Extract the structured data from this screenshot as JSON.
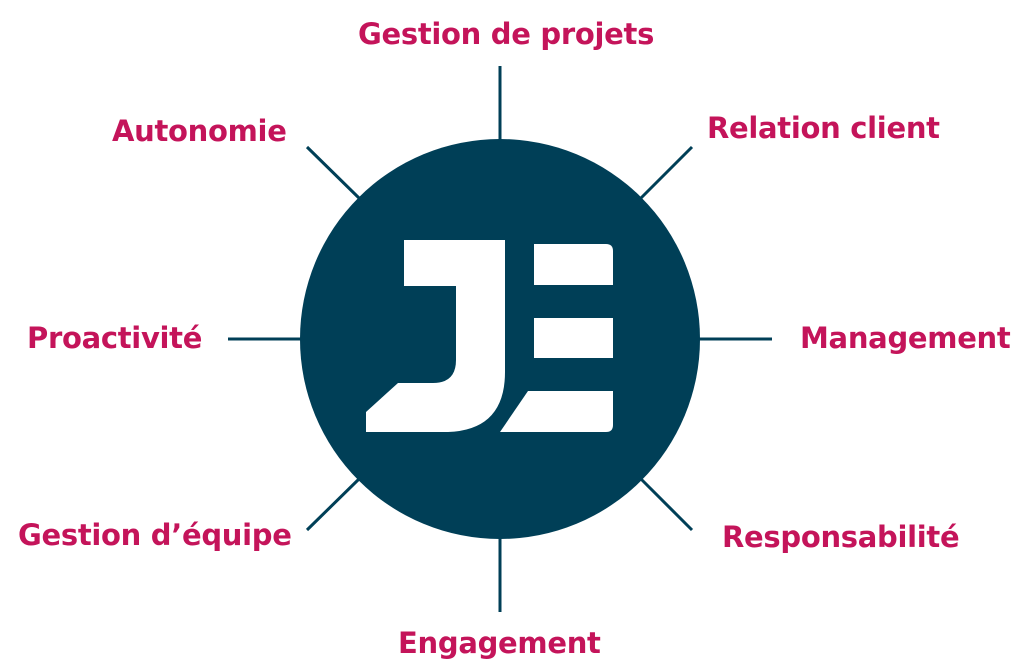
{
  "diagram": {
    "center_logo": {
      "icon": "je-monogram-logo",
      "circle_color": "#003f57",
      "glyph_color": "#ffffff"
    },
    "label_color": "#c4145a",
    "spoke_color": "#003f57",
    "labels": {
      "top": "Gestion de projets",
      "top_right": "Relation client",
      "right": "Management",
      "bottom_right": "Responsabilité",
      "bottom": "Engagement",
      "bottom_left": "Gestion d’équipe",
      "left": "Proactivité",
      "top_left": "Autonomie"
    }
  }
}
